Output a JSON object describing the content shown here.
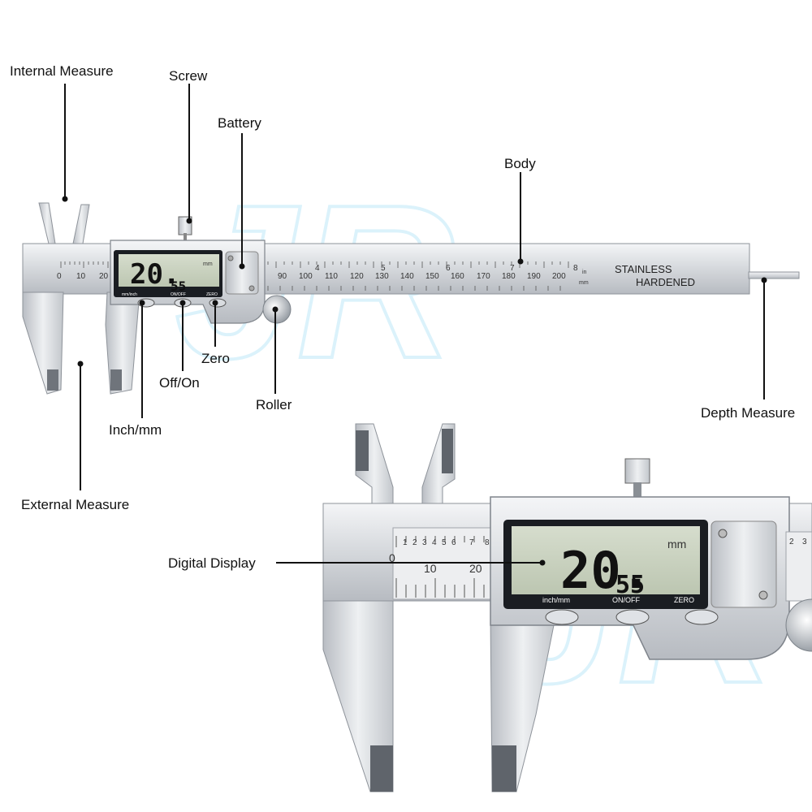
{
  "callouts": {
    "internal_measure": "Internal Measure",
    "screw": "Screw",
    "battery": "Battery",
    "body": "Body",
    "inch_mm": "Inch/mm",
    "off_on": "Off/On",
    "zero": "Zero",
    "roller": "Roller",
    "depth_measure": "Depth Measure",
    "external_measure": "External Measure",
    "digital_display": "Digital Display"
  },
  "caliper_top": {
    "reading_main": "20.",
    "reading_decimal": "55",
    "unit": "mm",
    "button_labels": [
      "mm/inch",
      "ON/OFF",
      "ZERO"
    ],
    "body_stamp_line1": "STAINLESS",
    "body_stamp_line2": "HARDENED",
    "mm_scale_numbers": [
      "0",
      "10",
      "20",
      "90",
      "100",
      "110",
      "120",
      "130",
      "140",
      "150",
      "160",
      "170",
      "180",
      "190",
      "200"
    ],
    "inch_scale_numbers": [
      "4",
      "5",
      "6",
      "7",
      "8"
    ],
    "unit_in": "in",
    "unit_mm": "mm"
  },
  "caliper_zoom": {
    "reading_main": "20.",
    "reading_decimal": "55",
    "unit": "mm",
    "button_labels": [
      "inch/mm",
      "ON/OFF",
      "ZERO"
    ],
    "mm_scale_numbers": [
      "0",
      "10",
      "20"
    ],
    "inch_ticks": [
      "1",
      "2",
      "3",
      "4",
      "5",
      "6",
      "7",
      "8"
    ],
    "right_ticks": [
      "2",
      "3"
    ]
  },
  "colors": {
    "steel_light": "#e9ebee",
    "steel_mid": "#c9ccd1",
    "steel_dark": "#8e939a",
    "lcd_green": "#c9d3bf",
    "lcd_frame": "#1a1d22",
    "watermark": "#cfeffb"
  }
}
